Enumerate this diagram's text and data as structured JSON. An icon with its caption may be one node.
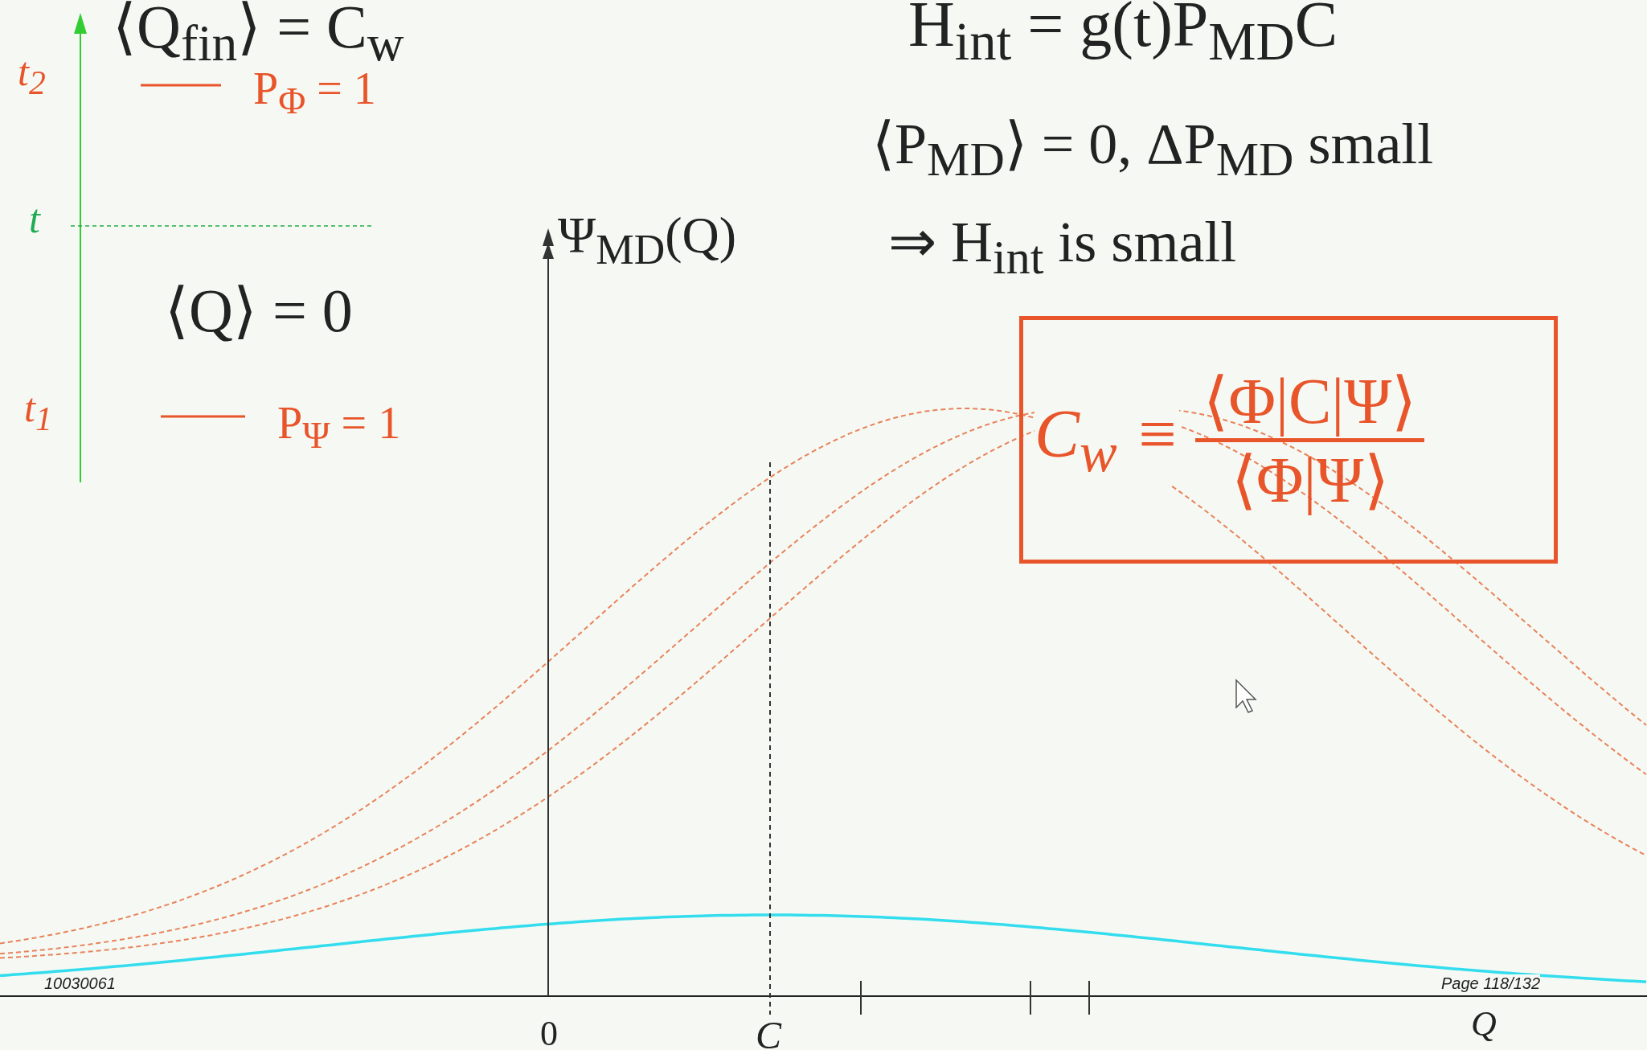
{
  "diagram": {
    "nodes": [
      {
        "text": [
          "C$_{w}$ ≡",
          "⟨Φ|C|Ψ⟩",
          "⟨Φ|Ψ⟩"
        ]
      }
    ],
    "labels": [
      "⟨Q$_{fin}$⟩ = C$_{w}$",
      "t$_{2}$",
      "P$_{Φ}$ = 1",
      "t",
      "⟨Q⟩ = 0",
      "t$_{1}$",
      "P$_{Ψ}$ = 1",
      "Ψ$_{MD}$(Q)",
      "H$_{int}$ = g(t)P$_{MD}$C",
      "⟨P$_{MD}$⟩ = 0,   ΔP$_{MD}$ small",
      "⇒ H$_{int}$ is small",
      "0",
      "C",
      "Q",
      "10030061",
      "Page 118/132"
    ]
  }
}
